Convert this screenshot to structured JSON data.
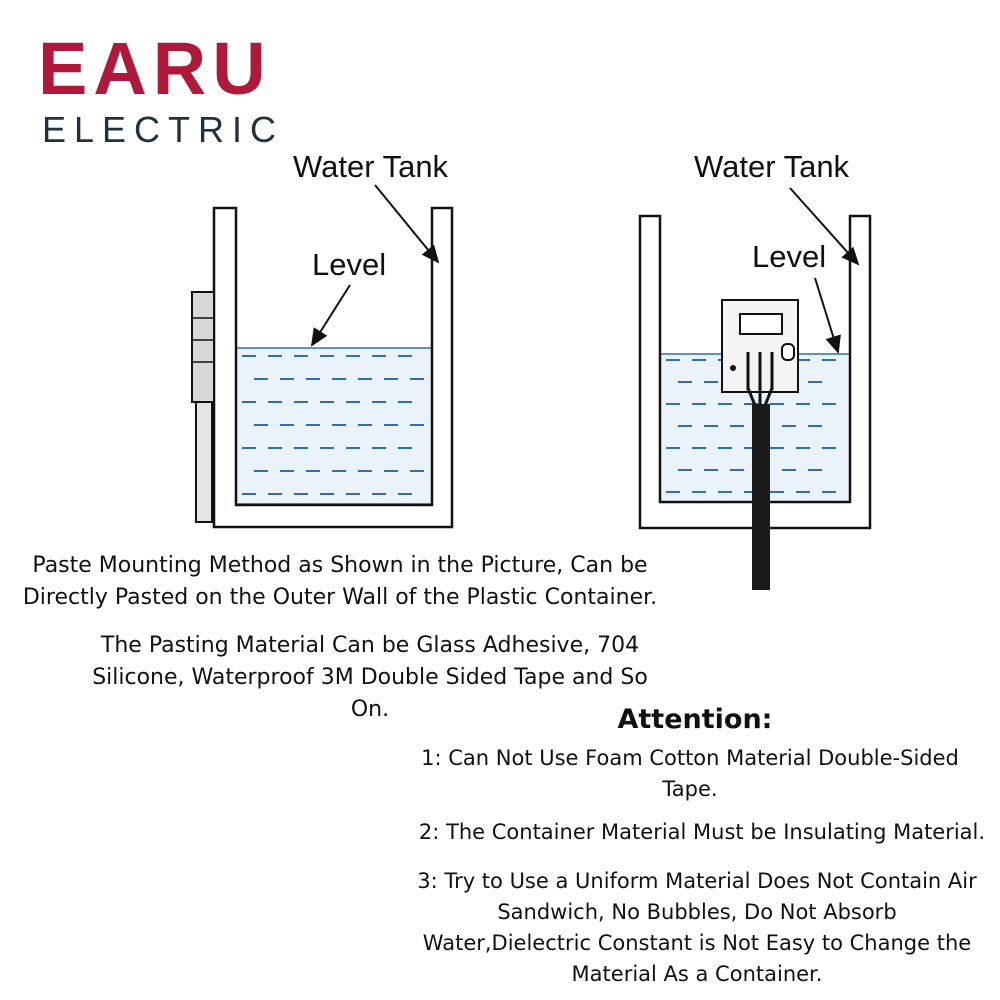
{
  "logo": {
    "brand": "EARU",
    "sub": "ELECTRIC",
    "brand_color": "#b01a3a",
    "sub_color": "#22313f"
  },
  "diagrams": {
    "left": {
      "tank_label": "Water Tank",
      "level_label": "Level",
      "mounting": "paste on outer wall"
    },
    "right": {
      "tank_label": "Water Tank",
      "level_label": "Level",
      "mounting": "immersed sensor with cable"
    },
    "water_color": "#2f6fb0"
  },
  "description": {
    "paragraph1": "Paste Mounting Method as Shown in the Picture, Can be Directly Pasted on the Outer Wall of the Plastic Container.",
    "paragraph2": "The Pasting Material Can be Glass Adhesive, 704 Silicone, Waterproof 3M Double Sided Tape and So On."
  },
  "attention": {
    "title": "Attention:",
    "notes": [
      "1: Can Not Use Foam Cotton Material Double-Sided Tape.",
      "2: The Container Material Must be Insulating Material.",
      "3: Try to Use a Uniform Material Does Not Contain Air Sandwich, No Bubbles, Do Not Absorb Water,Dielectric Constant is Not Easy to Change the Material As a Container."
    ]
  }
}
